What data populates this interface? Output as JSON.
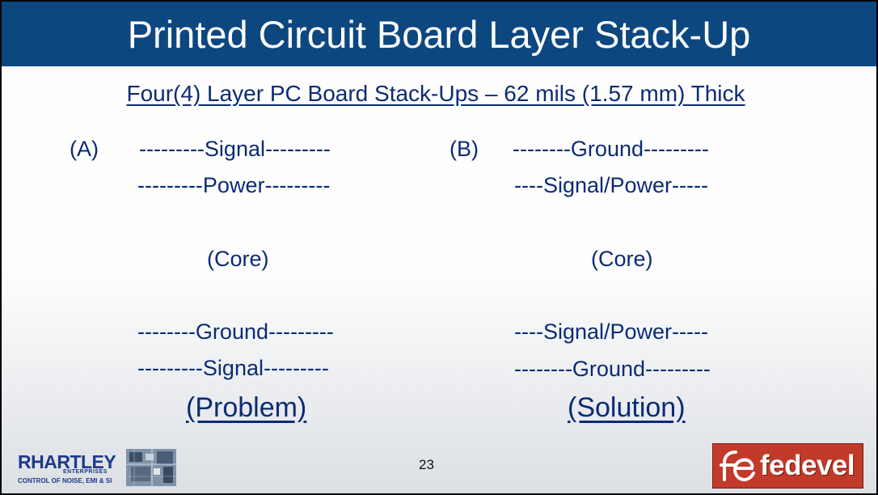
{
  "slide": {
    "title": "Printed Circuit Board Layer Stack-Up",
    "subtitle": "Four(4) Layer PC Board Stack-Ups – 62 mils (1.57 mm) Thick",
    "option_a": {
      "label": "(A)",
      "layer1": "---------Signal---------",
      "layer2": "---------Power---------",
      "core": "(Core)",
      "layer3": "--------Ground---------",
      "layer4": "---------Signal---------",
      "verdict": "(Problem)"
    },
    "option_b": {
      "label": "(B)",
      "layer1": "--------Ground---------",
      "layer2": "----Signal/Power-----",
      "core": "(Core)",
      "layer3": "----Signal/Power-----",
      "layer4": "--------Ground---------",
      "verdict": "(Solution)"
    },
    "page_number": "23"
  },
  "logos": {
    "left_name": "RHARTLEY",
    "left_sub": "ENTERPRISES",
    "left_tagline": "CONTROL OF NOISE, EMI & SI",
    "right_name": "fedevel"
  },
  "colors": {
    "title_bar": "#0d4780",
    "text": "#0b2b75",
    "fedevel_red": "#c23a2a"
  }
}
